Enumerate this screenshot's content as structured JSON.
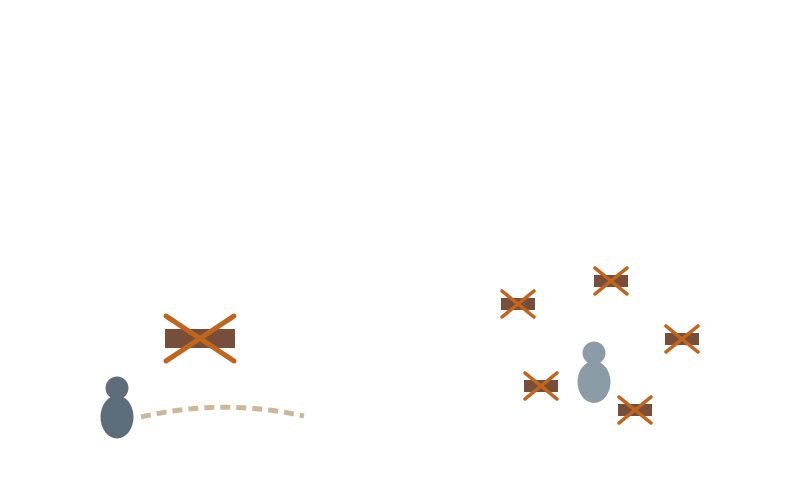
{
  "colors": {
    "background": "#ffffff",
    "person_dark": "#5c6e7c",
    "person_light": "#8c9ca6",
    "plank": "#774e3a",
    "cross": "#c1651d",
    "trail": "#cbb89b"
  },
  "icons": {
    "person": "person-icon",
    "cancelled_item": "crossed-plank-icon",
    "trail": "dashed-trail"
  },
  "scene": {
    "left_group": {
      "person_tone": "dark",
      "cancelled_items": 1,
      "trail": "dashed"
    },
    "right_group": {
      "person_tone": "light",
      "cancelled_items": 5
    }
  }
}
